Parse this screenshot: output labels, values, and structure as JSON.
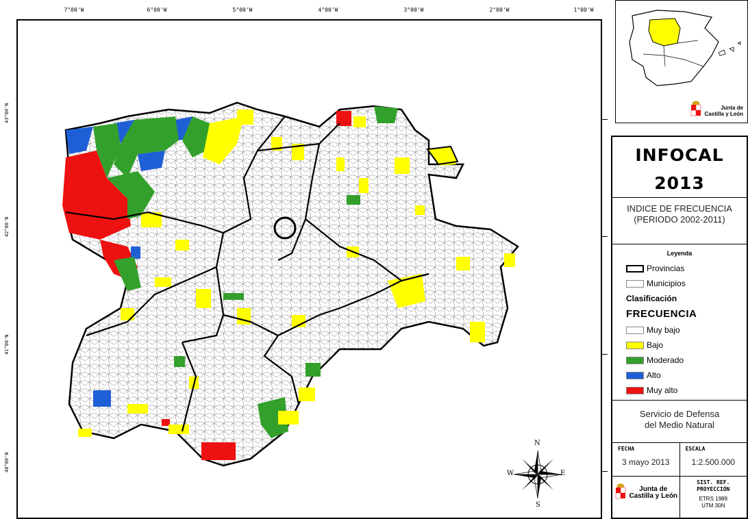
{
  "axes": {
    "longitudes": [
      "7°00'W",
      "6°00'W",
      "5°00'W",
      "4°00'W",
      "3°00'W",
      "2°00'W",
      "1°00'W"
    ],
    "latitudes": [
      "43°00'N",
      "42°00'N",
      "41°00'N",
      "40°00'N"
    ]
  },
  "map": {
    "provinces_label": "Provincias",
    "colors": {
      "muy_bajo": "#ffffff",
      "bajo": "#ffff00",
      "moderado": "#33a02c",
      "alto": "#1f5fd6",
      "muy_alto": "#ee1111"
    }
  },
  "inset": {
    "logo_line1": "Junta de",
    "logo_line2": "Castilla y León"
  },
  "panel": {
    "title_line1": "INFOCAL",
    "title_line2": "2013",
    "subtitle_line1": "INDICE DE FRECUENCIA",
    "subtitle_line2": "(PERIODO 2002-2011)",
    "legend": {
      "title": "Leyenda",
      "provincias": "Provincias",
      "municipios": "Municipios",
      "clasificacion": "Clasificación",
      "frecuencia": "FRECUENCIA",
      "items": [
        {
          "label": "Muy bajo",
          "color": "#ffffff"
        },
        {
          "label": "Bajo",
          "color": "#ffff00"
        },
        {
          "label": "Moderado",
          "color": "#33a02c"
        },
        {
          "label": "Alto",
          "color": "#1f5fd6"
        },
        {
          "label": "Muy alto",
          "color": "#ee1111"
        }
      ]
    },
    "service_line1": "Servicio de Defensa",
    "service_line2": "del Medio Natural",
    "fecha_label": "FECHA",
    "fecha_value": "3 mayo 2013",
    "escala_label": "ESCALA",
    "escala_value": "1:2.500.000",
    "logo_line1": "Junta de",
    "logo_line2": "Castilla y León",
    "sr_label_line1": "SIST. REF.",
    "sr_label_line2": "PROYECCIÓN",
    "sr_value_line1": "ETRS 1989",
    "sr_value_line2": "UTM 30N"
  },
  "compass": {
    "n": "N",
    "s": "S",
    "e": "E",
    "w": "W"
  }
}
